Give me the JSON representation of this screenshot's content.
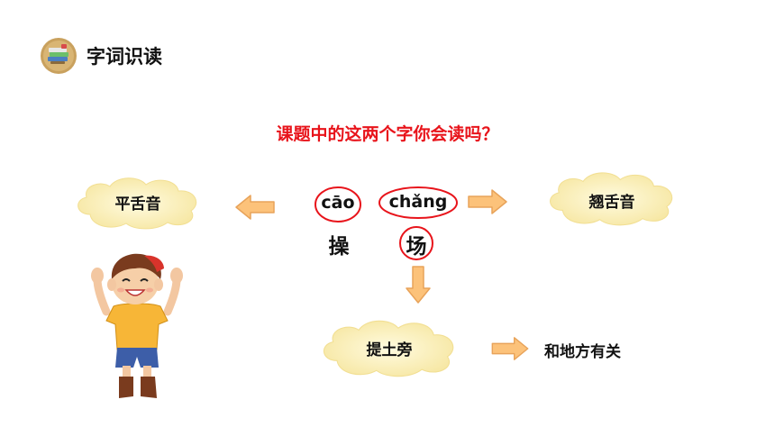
{
  "header": {
    "title": "字词识读",
    "icon": "books-icon"
  },
  "question": "课题中的这两个字你会读吗？",
  "characters": [
    {
      "pinyin": "cāo",
      "hanzi": "操"
    },
    {
      "pinyin": "chǎng",
      "hanzi": "场"
    }
  ],
  "clouds": {
    "left": "平舌音",
    "right": "翘舌音",
    "bottom": "提土旁"
  },
  "note": "和地方有关",
  "colors": {
    "accent_red": "#e8141b",
    "cloud_fill": "#fdf2b0",
    "arrow_fill": "#fcc27a",
    "icon_circle": "#c9a15e"
  }
}
